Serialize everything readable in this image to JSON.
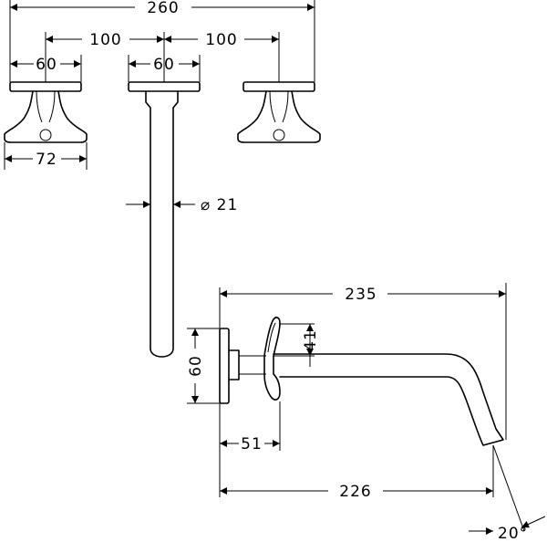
{
  "dimensions": {
    "overall_width": "260",
    "spacing_left": "100",
    "spacing_right": "100",
    "handle_plate_width": "60",
    "spout_plate_width": "60",
    "handle_span": "72",
    "spout_diameter": "⌀ 21",
    "spout_length": "235",
    "rosette_height": "60",
    "handle_height": "41",
    "handle_depth": "51",
    "spout_reach": "226",
    "spout_angle": "20°"
  }
}
